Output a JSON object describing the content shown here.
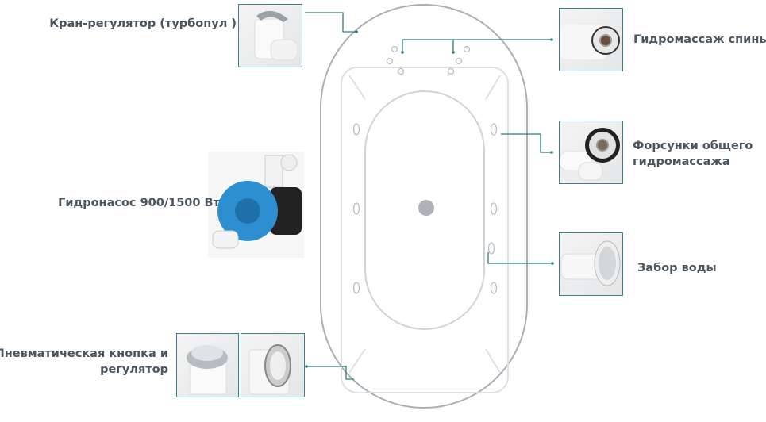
{
  "title": "Схема гидромассажной ванны",
  "labels": {
    "turbo_valve": "Кран-регулятор (турбопул )",
    "back_massage": "Гидромассаж спины",
    "general_jets_line1": "Форсунки общего",
    "general_jets_line2": "гидромассажа",
    "water_intake": "Забор воды",
    "pump": "Гидронасос 900/1500 Вт",
    "pneumatic_line1": "Пневматическая кнопка и",
    "pneumatic_line2": "регулятор"
  },
  "colors": {
    "text": "#4a5560",
    "connector": "#2e7a80",
    "tub_outline": "#9aa3aa",
    "pump_blue": "#2e8fd0"
  }
}
